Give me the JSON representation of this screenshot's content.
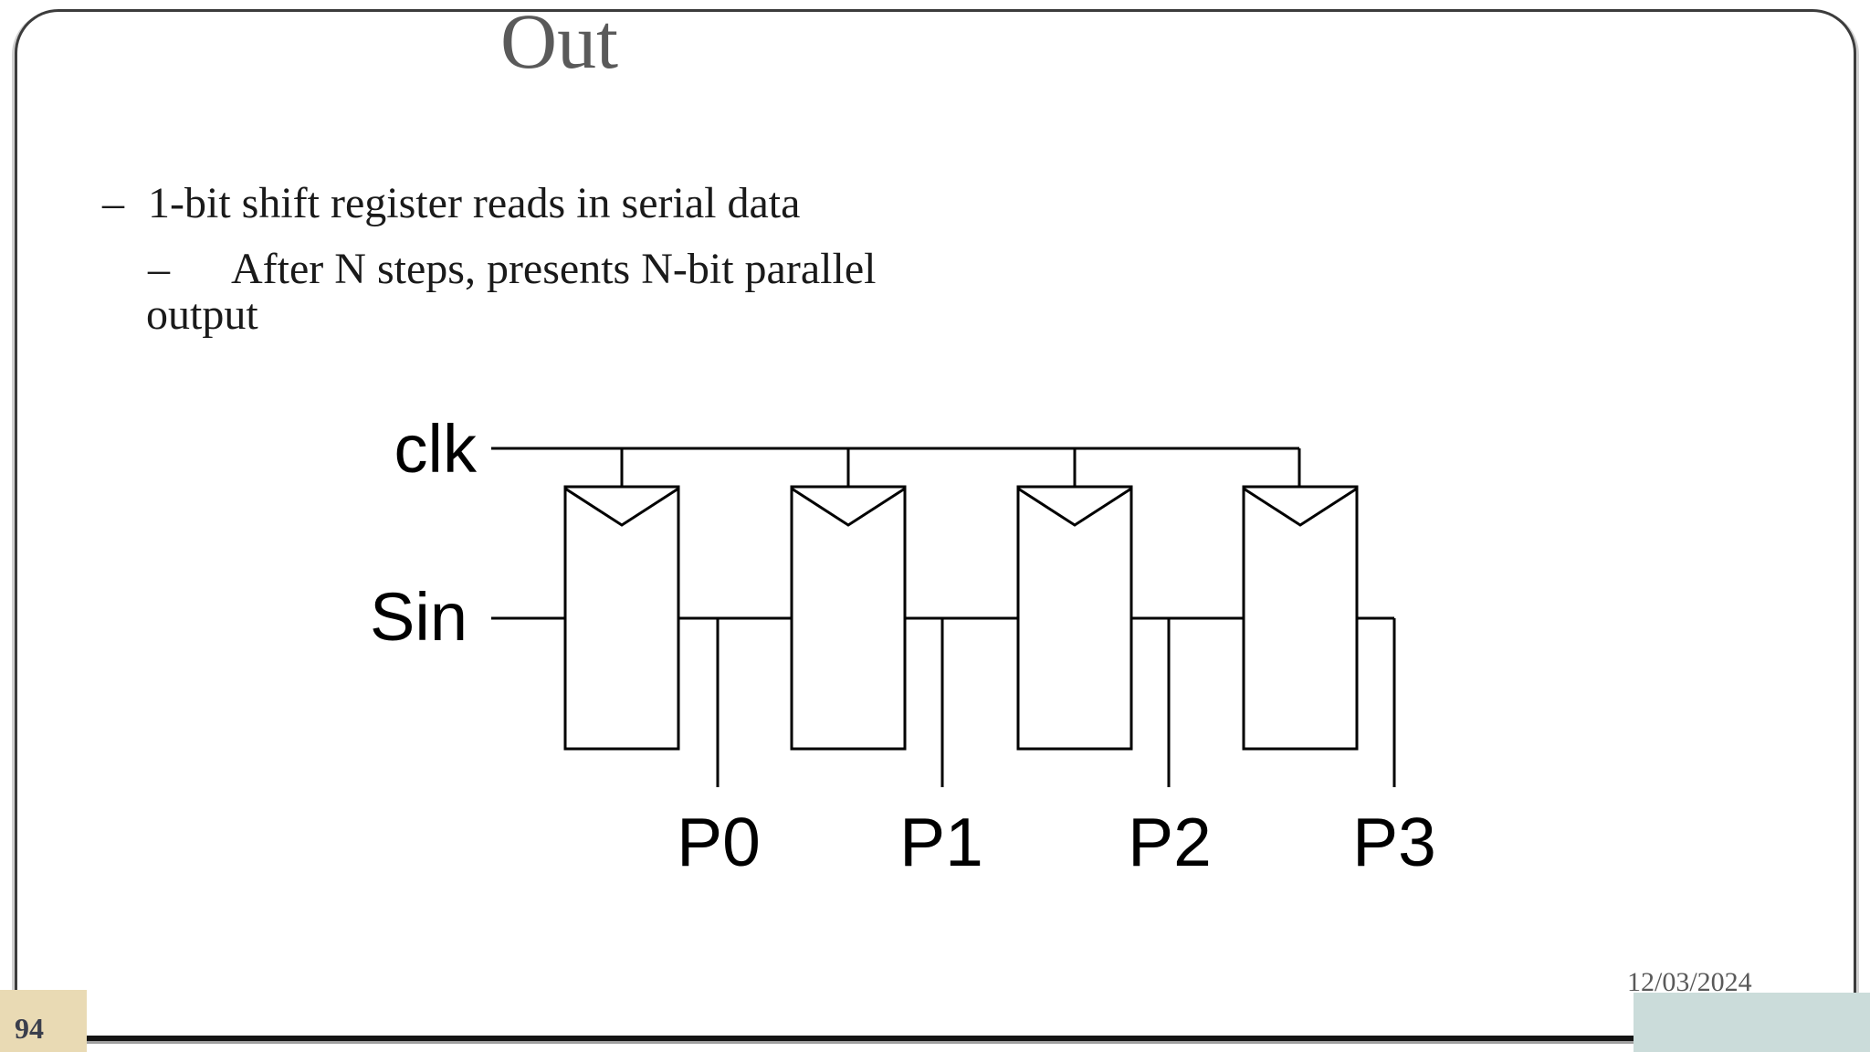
{
  "slide": {
    "title": "Out",
    "bullets": {
      "level1": {
        "marker": "–",
        "text": "1-bit shift register reads in serial data"
      },
      "level2": {
        "marker": "–",
        "text": "After N steps, presents N-bit parallel",
        "wrap": "output"
      }
    }
  },
  "diagram": {
    "clk_label": "clk",
    "serial_in_label": "Sin",
    "parallel_out_labels": [
      "P0",
      "P1",
      "P2",
      "P3"
    ],
    "register_count": 4
  },
  "footer": {
    "date": "12/03/2024",
    "page_number": "94"
  },
  "colors": {
    "title_text": "#5a5a5a",
    "body_text": "#1a1a1a",
    "diagram_line": "#000000",
    "footer_date_text": "#595959",
    "page_number_text": "#3a3e4c",
    "page_number_box": "#e9dab4",
    "footer_accent_box": "#cbdcda",
    "slide_border": "#3c3c3c",
    "bottom_bar": "#141414"
  }
}
